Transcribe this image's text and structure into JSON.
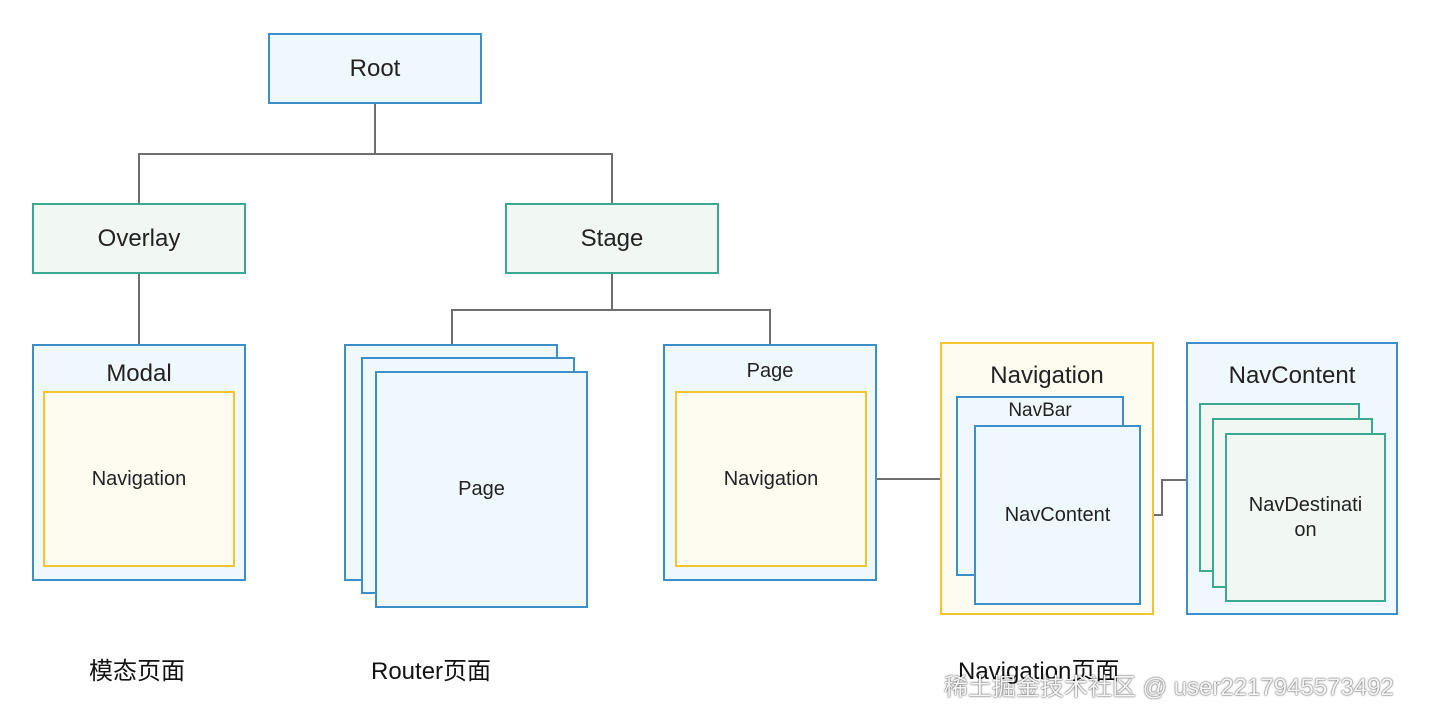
{
  "nodes": {
    "root": "Root",
    "overlay": "Overlay",
    "stage": "Stage",
    "modal": "Modal",
    "modal_navigation": "Navigation",
    "router_page": "Page",
    "page": "Page",
    "page_navigation": "Navigation",
    "navigation": "Navigation",
    "navbar": "NavBar",
    "navcontent_inner": "NavContent",
    "navcontent": "NavContent",
    "navdestination": "NavDestinati\non"
  },
  "captions": {
    "modal": "模态页面",
    "router": "Router页面",
    "navigation": "Navigation页面"
  },
  "watermark": "稀土掘金技术社区 @ user2217945573492",
  "colors": {
    "blue_border": "#3d8fc9",
    "green_border": "#3ba892",
    "yellow_border": "#f2c430",
    "connector": "#6e6e6e"
  }
}
